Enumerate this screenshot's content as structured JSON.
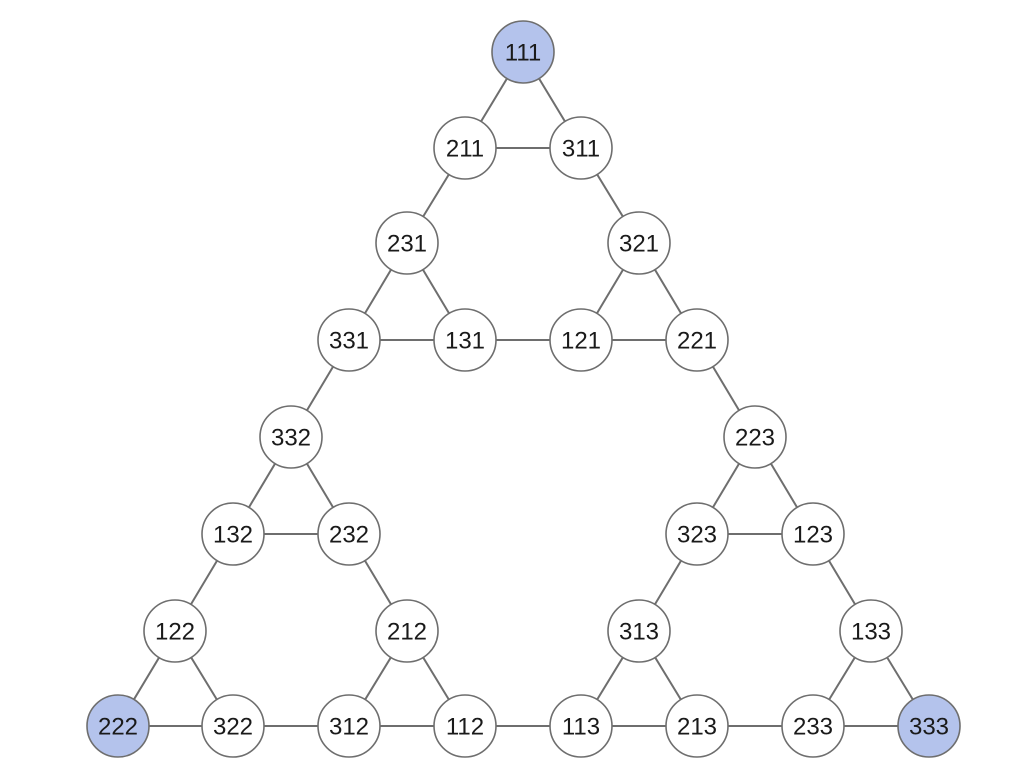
{
  "diagram": {
    "type": "graph",
    "colors": {
      "node_fill": "#ffffff",
      "highlight_fill": "#b4c3ec",
      "edge": "#6e6e6e",
      "node_border": "#6e6e6e"
    },
    "nodes": [
      {
        "id": "111",
        "label": "111",
        "highlighted": true
      },
      {
        "id": "211",
        "label": "211"
      },
      {
        "id": "311",
        "label": "311"
      },
      {
        "id": "231",
        "label": "231"
      },
      {
        "id": "321",
        "label": "321"
      },
      {
        "id": "331",
        "label": "331"
      },
      {
        "id": "131",
        "label": "131"
      },
      {
        "id": "121",
        "label": "121"
      },
      {
        "id": "221",
        "label": "221"
      },
      {
        "id": "332",
        "label": "332"
      },
      {
        "id": "223",
        "label": "223"
      },
      {
        "id": "132",
        "label": "132"
      },
      {
        "id": "232",
        "label": "232"
      },
      {
        "id": "323",
        "label": "323"
      },
      {
        "id": "123",
        "label": "123"
      },
      {
        "id": "122",
        "label": "122"
      },
      {
        "id": "212",
        "label": "212"
      },
      {
        "id": "313",
        "label": "313"
      },
      {
        "id": "133",
        "label": "133"
      },
      {
        "id": "222",
        "label": "222",
        "highlighted": true
      },
      {
        "id": "322",
        "label": "322"
      },
      {
        "id": "312",
        "label": "312"
      },
      {
        "id": "112",
        "label": "112"
      },
      {
        "id": "113",
        "label": "113"
      },
      {
        "id": "213",
        "label": "213"
      },
      {
        "id": "233",
        "label": "233"
      },
      {
        "id": "333",
        "label": "333",
        "highlighted": true
      }
    ],
    "edges": [
      [
        "111",
        "211"
      ],
      [
        "111",
        "311"
      ],
      [
        "211",
        "311"
      ],
      [
        "211",
        "231"
      ],
      [
        "311",
        "321"
      ],
      [
        "231",
        "331"
      ],
      [
        "231",
        "131"
      ],
      [
        "331",
        "131"
      ],
      [
        "321",
        "121"
      ],
      [
        "321",
        "221"
      ],
      [
        "121",
        "221"
      ],
      [
        "131",
        "121"
      ],
      [
        "331",
        "332"
      ],
      [
        "221",
        "223"
      ],
      [
        "332",
        "132"
      ],
      [
        "332",
        "232"
      ],
      [
        "132",
        "232"
      ],
      [
        "223",
        "323"
      ],
      [
        "223",
        "123"
      ],
      [
        "323",
        "123"
      ],
      [
        "132",
        "122"
      ],
      [
        "232",
        "212"
      ],
      [
        "323",
        "313"
      ],
      [
        "123",
        "133"
      ],
      [
        "122",
        "222"
      ],
      [
        "122",
        "322"
      ],
      [
        "222",
        "322"
      ],
      [
        "212",
        "312"
      ],
      [
        "212",
        "112"
      ],
      [
        "312",
        "112"
      ],
      [
        "313",
        "113"
      ],
      [
        "313",
        "213"
      ],
      [
        "113",
        "213"
      ],
      [
        "133",
        "233"
      ],
      [
        "133",
        "333"
      ],
      [
        "233",
        "333"
      ],
      [
        "322",
        "312"
      ],
      [
        "112",
        "113"
      ],
      [
        "213",
        "233"
      ]
    ]
  }
}
